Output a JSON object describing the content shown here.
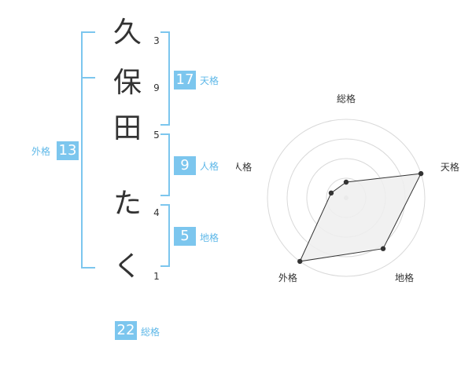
{
  "name": {
    "chars": [
      {
        "char": "久",
        "strokes": "3"
      },
      {
        "char": "保",
        "strokes": "9"
      },
      {
        "char": "田",
        "strokes": "5"
      },
      {
        "char": "た",
        "strokes": "4"
      },
      {
        "char": "く",
        "strokes": "1"
      }
    ]
  },
  "fortunes": {
    "tenkaku": {
      "value": "17",
      "label": "天格"
    },
    "jinkaku": {
      "value": "9",
      "label": "人格"
    },
    "chikaku": {
      "value": "5",
      "label": "地格"
    },
    "gaikaku": {
      "value": "13",
      "label": "外格"
    },
    "soukaku": {
      "value": "22",
      "label": "総格"
    }
  },
  "colors": {
    "accent": "#7cc6ee",
    "label": "#5fb8e8",
    "text": "#333333",
    "grid": "#d9d9d9",
    "fill": "#eeeeee"
  },
  "chart_data": {
    "type": "radar",
    "axes": [
      "総格",
      "天格",
      "地格",
      "外格",
      "人格"
    ],
    "levels": 4,
    "max": 5,
    "values": [
      1,
      5,
      4,
      5,
      1
    ]
  }
}
